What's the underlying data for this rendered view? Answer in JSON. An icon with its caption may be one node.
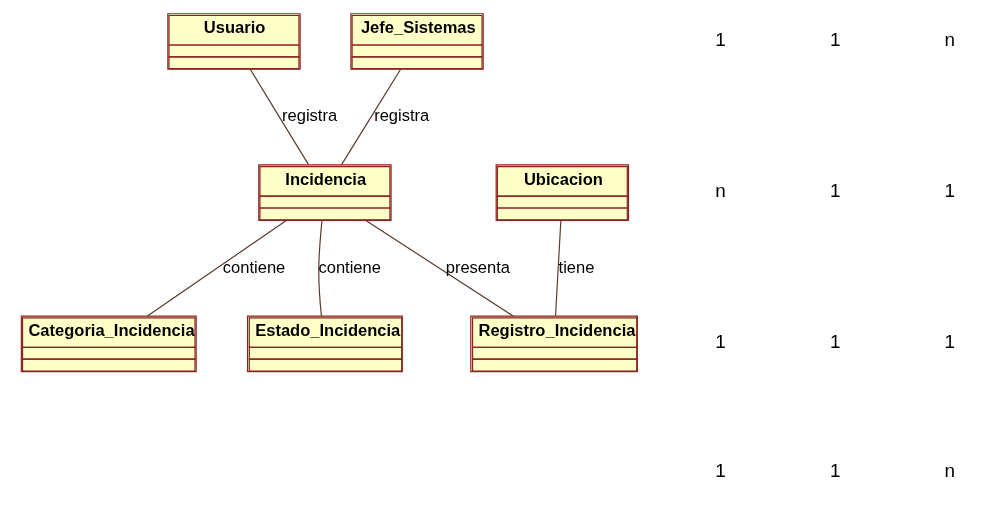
{
  "diagram": {
    "nodes": [
      {
        "text": [
          "Usuario"
        ]
      },
      {
        "text": [
          "Jefe_Sistemas"
        ]
      },
      {
        "text": [
          "Incidencia"
        ]
      },
      {
        "text": [
          "Ubicacion"
        ]
      },
      {
        "text": [
          "Categoria_Incidencia"
        ]
      },
      {
        "text": [
          "Estado_Incidencia"
        ]
      },
      {
        "text": [
          "Registro_Incidencia"
        ]
      }
    ],
    "edges": [
      {
        "from": 0,
        "to": 2,
        "arrow": "none",
        "label": "registra"
      },
      {
        "from": 1,
        "to": 2,
        "arrow": "none",
        "label": "registra"
      },
      {
        "from": 2,
        "to": 4,
        "arrow": "none",
        "label": "contiene"
      },
      {
        "from": 2,
        "to": 5,
        "arrow": "none",
        "label": "contiene"
      },
      {
        "from": 2,
        "to": 6,
        "arrow": "none",
        "label": "presenta"
      },
      {
        "from": 3,
        "to": 6,
        "arrow": "none",
        "label": "tiene"
      }
    ],
    "labels": [
      "1",
      "1",
      "n",
      "n",
      "1",
      "1",
      "1",
      "1",
      "1",
      "1",
      "1",
      "n"
    ]
  }
}
